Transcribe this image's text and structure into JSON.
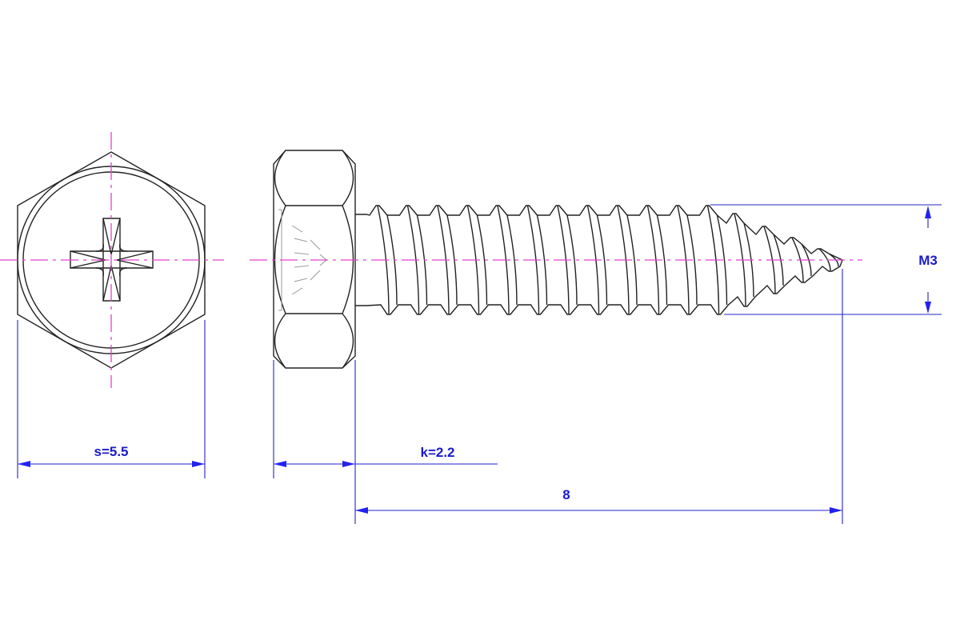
{
  "title": "Hex head tapping screw drawing",
  "dimensions": {
    "width_across_flats": "s=5.5",
    "head_height": "k=2.2",
    "length": "8",
    "thread_size": "M3"
  },
  "colors": {
    "outline": "#222222",
    "centerline": "#e040d0",
    "dimension": "#2222cc"
  }
}
